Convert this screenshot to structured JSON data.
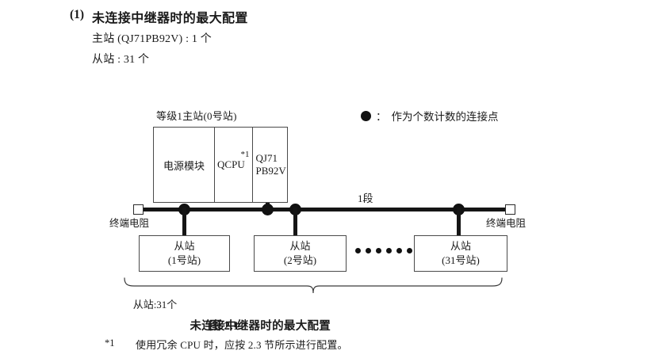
{
  "heading": {
    "number": "(1)",
    "title": "未连接中继器时的最大配置",
    "spec_master": "主站 (QJ71PB92V) : 1 个",
    "spec_slave": "从站 : 31 个"
  },
  "legend": {
    "symbol_name": "filled-circle-marker",
    "colon": "：",
    "text": "作为个数计数的连接点"
  },
  "diagram": {
    "master": {
      "caption": "等级1主站(0号站)",
      "cells": [
        {
          "label": "电源模块",
          "name": "power-module"
        },
        {
          "label": "QCPU",
          "note": "*1",
          "name": "qcpu-module"
        },
        {
          "label": "QJ71\nPB92V",
          "line1": "QJ71",
          "line2": "PB92V",
          "name": "qj71pb92v-module"
        }
      ]
    },
    "bus": {
      "segment_label": "1段",
      "terminator_left_label": "终端电阻",
      "terminator_right_label": "终端电阻"
    },
    "slaves": [
      {
        "title": "从站",
        "station": "(1号站)"
      },
      {
        "title": "从站",
        "station": "(2号站)"
      },
      {
        "title": "从站",
        "station": "(31号站)"
      }
    ],
    "ellipsis_dots": 6,
    "total_label": "从站:31个"
  },
  "figure": {
    "caption_number": "图 2.1",
    "caption_title": "未连接中继器时的最大配置"
  },
  "footnote": {
    "mark": "*1",
    "text": "使用冗余 CPU 时，应按 2.3 节所示进行配置。"
  },
  "colors": {
    "ink": "#1a1a1a",
    "line": "#151515",
    "box_border": "#4a4a4a",
    "background": "#ffffff"
  }
}
